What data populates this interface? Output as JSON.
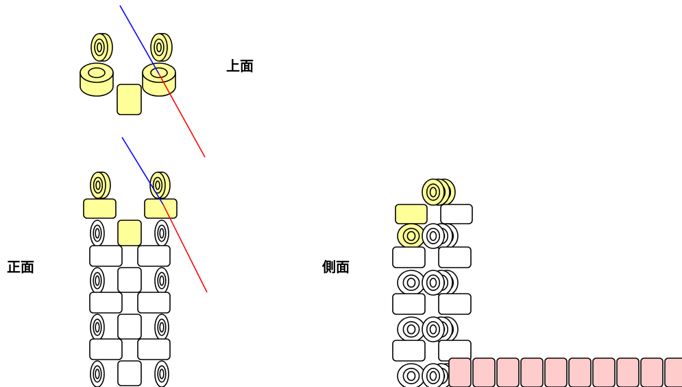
{
  "labels": {
    "top_view": "上面",
    "front_view": "正面",
    "side_view": "側面"
  },
  "colors": {
    "yellow_part": "#ffff99",
    "white_part": "#ffffff",
    "pink_part": "#ffcccc",
    "outline": "#000000",
    "blue_line": "#0000ff",
    "red_line": "#ff0000",
    "background": "#ffffff"
  }
}
